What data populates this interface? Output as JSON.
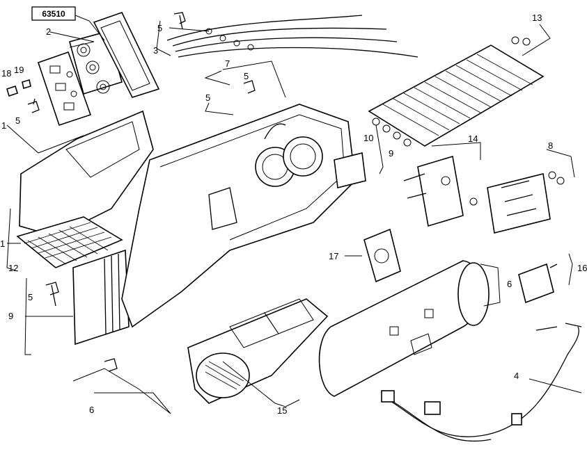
{
  "drawing_code": "63510",
  "callouts": {
    "c1": "1",
    "c1b": "1",
    "c2": "2",
    "c3": "3",
    "c4": "4",
    "c5a": "5",
    "c5b": "5",
    "c5c": "5",
    "c5d": "5",
    "c5e": "5",
    "c6a": "6",
    "c6b": "6",
    "c7": "7",
    "c8": "8",
    "c9a": "9",
    "c9b": "9",
    "c10": "10",
    "c12": "12",
    "c13": "13",
    "c14": "14",
    "c15": "15",
    "c16": "16",
    "c17": "17",
    "c18": "18",
    "c19": "19"
  }
}
